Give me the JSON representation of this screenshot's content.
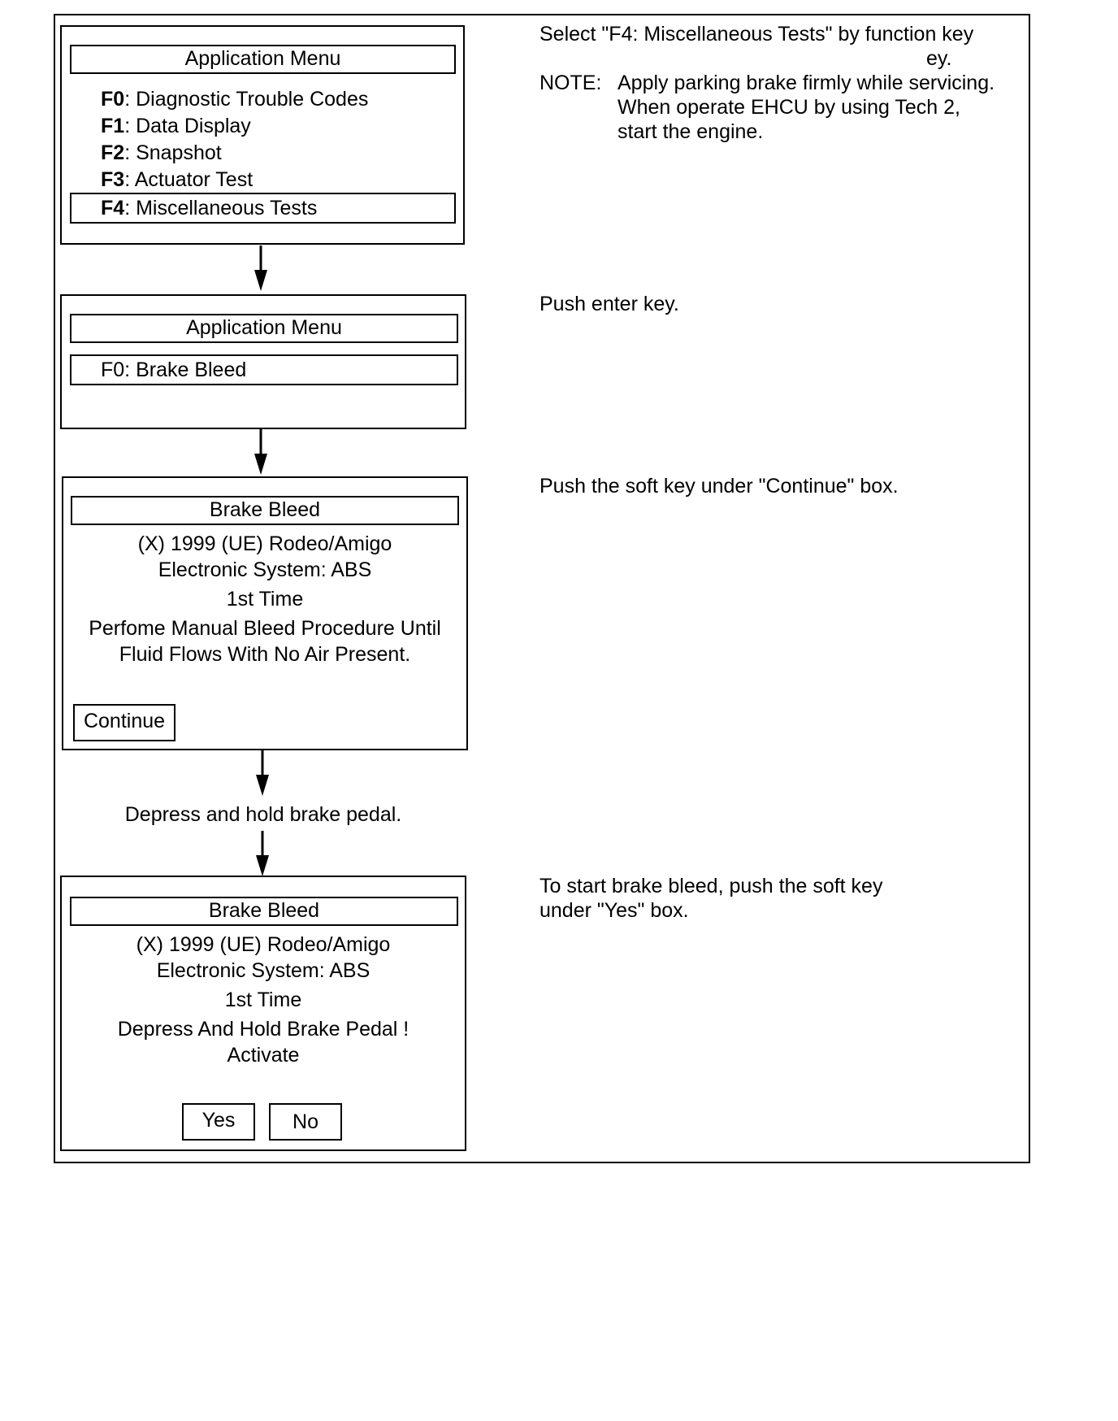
{
  "screen1": {
    "header": "Application Menu",
    "items": [
      {
        "key": "F0",
        "label": ": Diagnostic Trouble Codes"
      },
      {
        "key": "F1",
        "label": ": Data Display"
      },
      {
        "key": "F2",
        "label": ": Snapshot"
      },
      {
        "key": "F3",
        "label": ": Actuator Test"
      },
      {
        "key": "F4",
        "label": ": Miscellaneous Tests"
      }
    ]
  },
  "instruction1": {
    "line1": "Select \"F4: Miscellaneous Tests\" by function key",
    "line2": "ey.",
    "note_label": "NOTE:",
    "note_lines": [
      "Apply parking brake firmly while servicing.",
      "When operate EHCU by using Tech 2,",
      "start the engine."
    ]
  },
  "screen2": {
    "header": "Application Menu",
    "item": "F0: Brake Bleed"
  },
  "instruction2": "Push enter key.",
  "screen3": {
    "header": "Brake Bleed",
    "vehicle": "(X) 1999  (UE) Rodeo/Amigo",
    "system": "Electronic System: ABS",
    "time": "1st Time",
    "message_lines": [
      "Perfome Manual Bleed Procedure Until",
      "Fluid Flows With No Air Present."
    ],
    "continue_label": "Continue"
  },
  "instruction3": "Push the soft key under \"Continue\" box.",
  "step_text": "Depress and hold brake pedal.",
  "screen4": {
    "header": "Brake Bleed",
    "vehicle": "(X) 1999  (UE) Rodeo/Amigo",
    "system": "Electronic System: ABS",
    "time": "1st Time",
    "message_lines": [
      "Depress And Hold Brake Pedal !",
      "Activate"
    ],
    "yes_label": "Yes",
    "no_label": "No"
  },
  "instruction4": {
    "line1": "To start brake bleed, push the soft key",
    "line2": "under \"Yes\" box."
  }
}
